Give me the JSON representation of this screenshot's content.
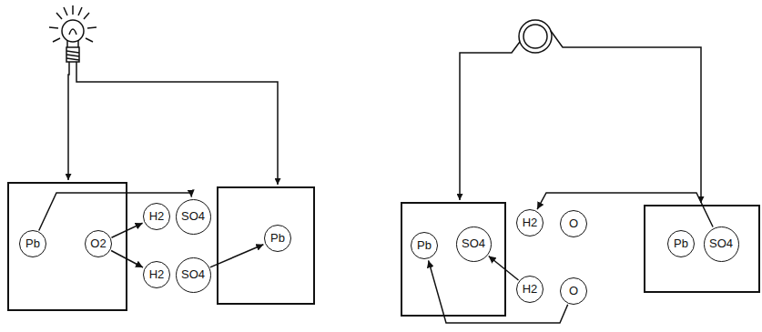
{
  "diagram": {
    "nodes": [
      {
        "text": []
      },
      {
        "text": [
          "Pb"
        ],
        "in": 0
      },
      {
        "text": [
          "O2"
        ],
        "in": 0
      },
      {
        "text": [
          "H2"
        ]
      },
      {
        "text": [
          "SO4"
        ]
      },
      {
        "text": [
          "H2"
        ]
      },
      {
        "text": [
          "SO4"
        ]
      },
      {
        "text": []
      },
      {
        "text": [
          "Pb"
        ],
        "in": 7
      },
      {
        "text": []
      },
      {
        "text": [
          "Pb"
        ],
        "in": 9
      },
      {
        "text": [
          "SO4"
        ],
        "in": 9
      },
      {
        "text": [
          "H2"
        ]
      },
      {
        "text": [
          "O"
        ]
      },
      {
        "text": [
          "H2"
        ]
      },
      {
        "text": [
          "O"
        ]
      },
      {
        "text": []
      },
      {
        "text": [
          "Pb"
        ],
        "in": 16
      },
      {
        "text": [
          "SO4"
        ],
        "in": 16
      }
    ],
    "edges": [
      {
        "from": 1,
        "to": 4,
        "arrow": "to"
      },
      {
        "from": 2,
        "to": 3,
        "arrow": "to"
      },
      {
        "from": 2,
        "to": 5,
        "arrow": "to"
      },
      {
        "from": 6,
        "to": 8,
        "arrow": "to"
      },
      {
        "from": 18,
        "to": 12,
        "arrow": "to"
      },
      {
        "from": 14,
        "to": 11,
        "arrow": "to"
      },
      {
        "from": 15,
        "to": 10,
        "arrow": "to"
      }
    ]
  }
}
